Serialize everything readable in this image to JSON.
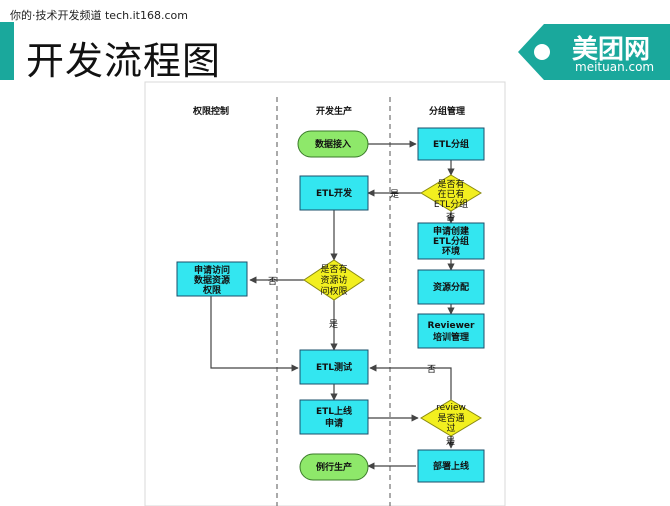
{
  "watermark": "你的·技术开发频道 tech.it168.com",
  "slide_title": "开发流程图",
  "logo": {
    "name": "美团网",
    "url": "meituan.com"
  },
  "colors": {
    "accent": "#1aa89c",
    "process": "#33e6f0",
    "decision": "#f2ef1f",
    "terminal": "#8ee86a"
  },
  "lanes": [
    "权限控制",
    "开发生产",
    "分组管理"
  ],
  "nodes": {
    "data_access": "数据接入",
    "etl_group": "ETL分组",
    "etl_dev": "ETL开发",
    "exists_group": [
      "是否有",
      "在已有",
      "ETL分组"
    ],
    "apply_create": [
      "申请创建",
      "ETL分组",
      "环境"
    ],
    "apply_access": [
      "申请访问",
      "数据资源",
      "权限"
    ],
    "has_access": [
      "是否有",
      "资源访",
      "问权限"
    ],
    "resource_alloc": "资源分配",
    "reviewer": [
      "Reviewer",
      "培训管理"
    ],
    "etl_test": "ETL测试",
    "etl_online": [
      "ETL上线",
      "申请"
    ],
    "review_pass": [
      "review",
      "是否通",
      "过"
    ],
    "routine": "例行生产",
    "deploy": "部署上线"
  },
  "edge_labels": {
    "yes": "是",
    "no": "否"
  }
}
